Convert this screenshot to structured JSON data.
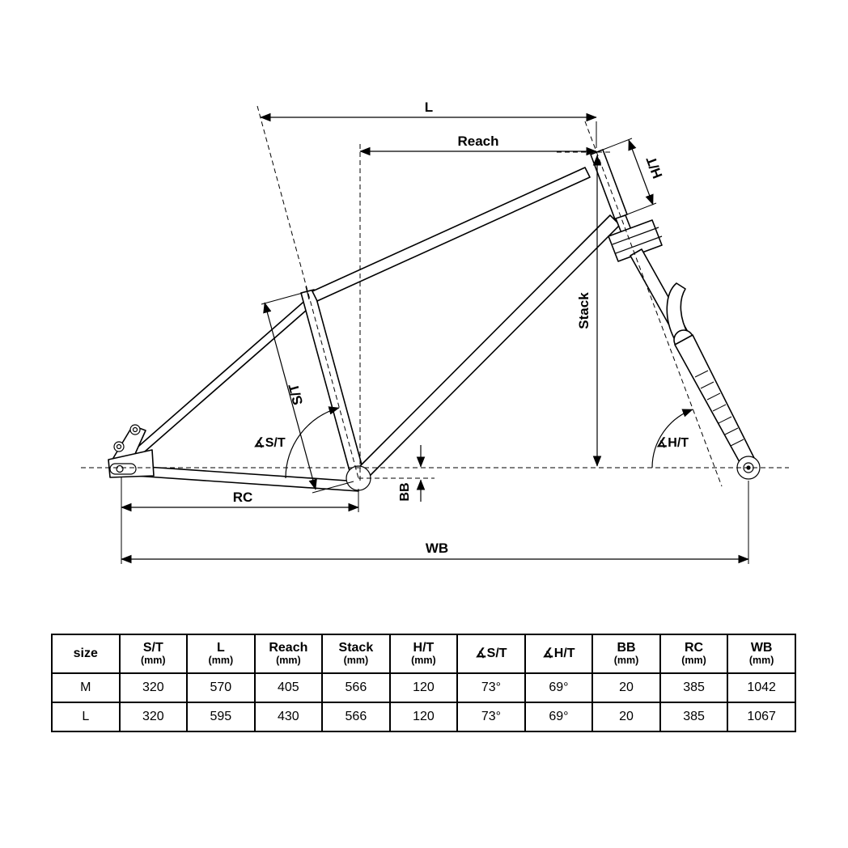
{
  "diagram": {
    "labels": {
      "l": "L",
      "reach": "Reach",
      "ht": "H/T",
      "stack": "Stack",
      "st": "S/T",
      "angle_st": "∡S/T",
      "angle_ht": "∡H/T",
      "bb": "BB",
      "rc": "RC",
      "wb": "WB"
    }
  },
  "table": {
    "headers": [
      {
        "name": "size",
        "unit": ""
      },
      {
        "name": "S/T",
        "unit": "(mm)"
      },
      {
        "name": "L",
        "unit": "(mm)"
      },
      {
        "name": "Reach",
        "unit": "(mm)"
      },
      {
        "name": "Stack",
        "unit": "(mm)"
      },
      {
        "name": "H/T",
        "unit": "(mm)"
      },
      {
        "name": "∡S/T",
        "unit": ""
      },
      {
        "name": "∡H/T",
        "unit": ""
      },
      {
        "name": "BB",
        "unit": "(mm)"
      },
      {
        "name": "RC",
        "unit": "(mm)"
      },
      {
        "name": "WB",
        "unit": "(mm)"
      }
    ],
    "rows": [
      {
        "size": "M",
        "values": [
          "320",
          "570",
          "405",
          "566",
          "120",
          "73°",
          "69°",
          "20",
          "385",
          "1042"
        ]
      },
      {
        "size": "L",
        "values": [
          "320",
          "595",
          "430",
          "566",
          "120",
          "73°",
          "69°",
          "20",
          "385",
          "1067"
        ]
      }
    ]
  }
}
